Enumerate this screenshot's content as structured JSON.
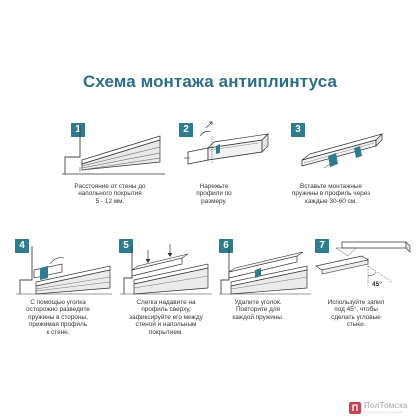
{
  "title": "Схема монтажа антиплинтуса",
  "accent_color": "#2d7d8e",
  "title_color": "#2a6f8a",
  "steps": [
    {
      "number": "1",
      "caption_lines": [
        "Расстояние от стены до",
        "напольного покрытия",
        "5 - 12 мм."
      ]
    },
    {
      "number": "2",
      "caption_lines": [
        "Нарежьте",
        "профили по",
        "размеру."
      ]
    },
    {
      "number": "3",
      "caption_lines": [
        "Вставьте монтажные",
        "пружины в профиль через",
        "каждые 30-60 см."
      ]
    },
    {
      "number": "4",
      "caption_lines": [
        "С помощью уголка",
        "осторожно разведите",
        "пружины в стороны,",
        "прижимая профиль",
        "к стене."
      ]
    },
    {
      "number": "5",
      "caption_lines": [
        "Слегка надавите на",
        "профиль сверху,",
        "зафиксируйте его между",
        "стеной и напольным",
        "покрытием."
      ]
    },
    {
      "number": "6",
      "caption_lines": [
        "Удалите уголок.",
        "Повторите для",
        "каждой пружины."
      ]
    },
    {
      "number": "7",
      "caption_lines": [
        "Используйте запил",
        "под 45°, чтобы",
        "сделать угловые",
        "стыки."
      ]
    }
  ],
  "angle_label": "45°",
  "logo": {
    "text": "ПолТомска",
    "subtext": "салон напольных покрытий",
    "icon": "logo-mark-icon"
  }
}
